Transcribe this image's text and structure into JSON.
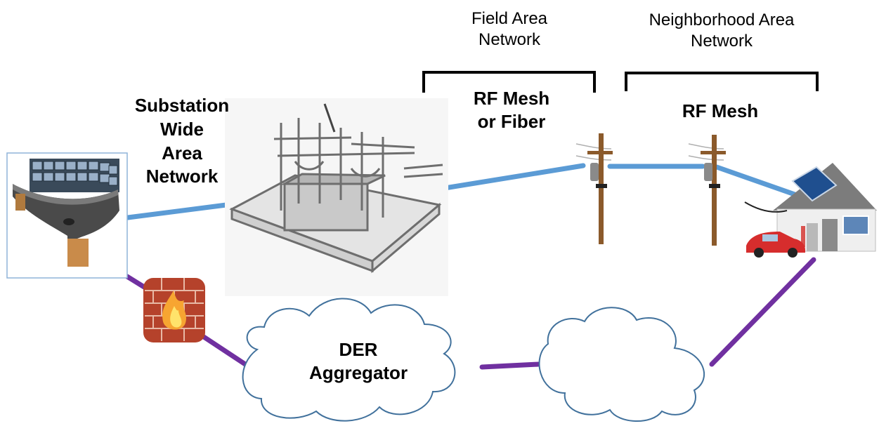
{
  "labels": {
    "field_area_network": [
      "Field Area",
      "Network"
    ],
    "neighborhood_area_network": [
      "Neighborhood Area",
      "Network"
    ],
    "field_medium": [
      "RF Mesh",
      "or Fiber"
    ],
    "neighborhood_medium": "RF Mesh",
    "substation_wan": [
      "Substation",
      "Wide",
      "Area",
      "Network"
    ],
    "der_aggregator": [
      "DER",
      "Aggregator"
    ]
  },
  "icons": {
    "control_center": "control-center-icon",
    "firewall": "firewall-icon",
    "substation": "substation-icon",
    "utility_pole_1": "utility-pole-icon",
    "utility_pole_2": "utility-pole-icon",
    "house": "house-with-solar-and-ev-icon",
    "cloud_der": "cloud-icon",
    "cloud_empty": "cloud-icon"
  },
  "colors": {
    "comm_link": "#5b9bd5",
    "aggregator_link": "#7030a0",
    "cloud_outline": "#41719c",
    "bracket": "#000000"
  }
}
